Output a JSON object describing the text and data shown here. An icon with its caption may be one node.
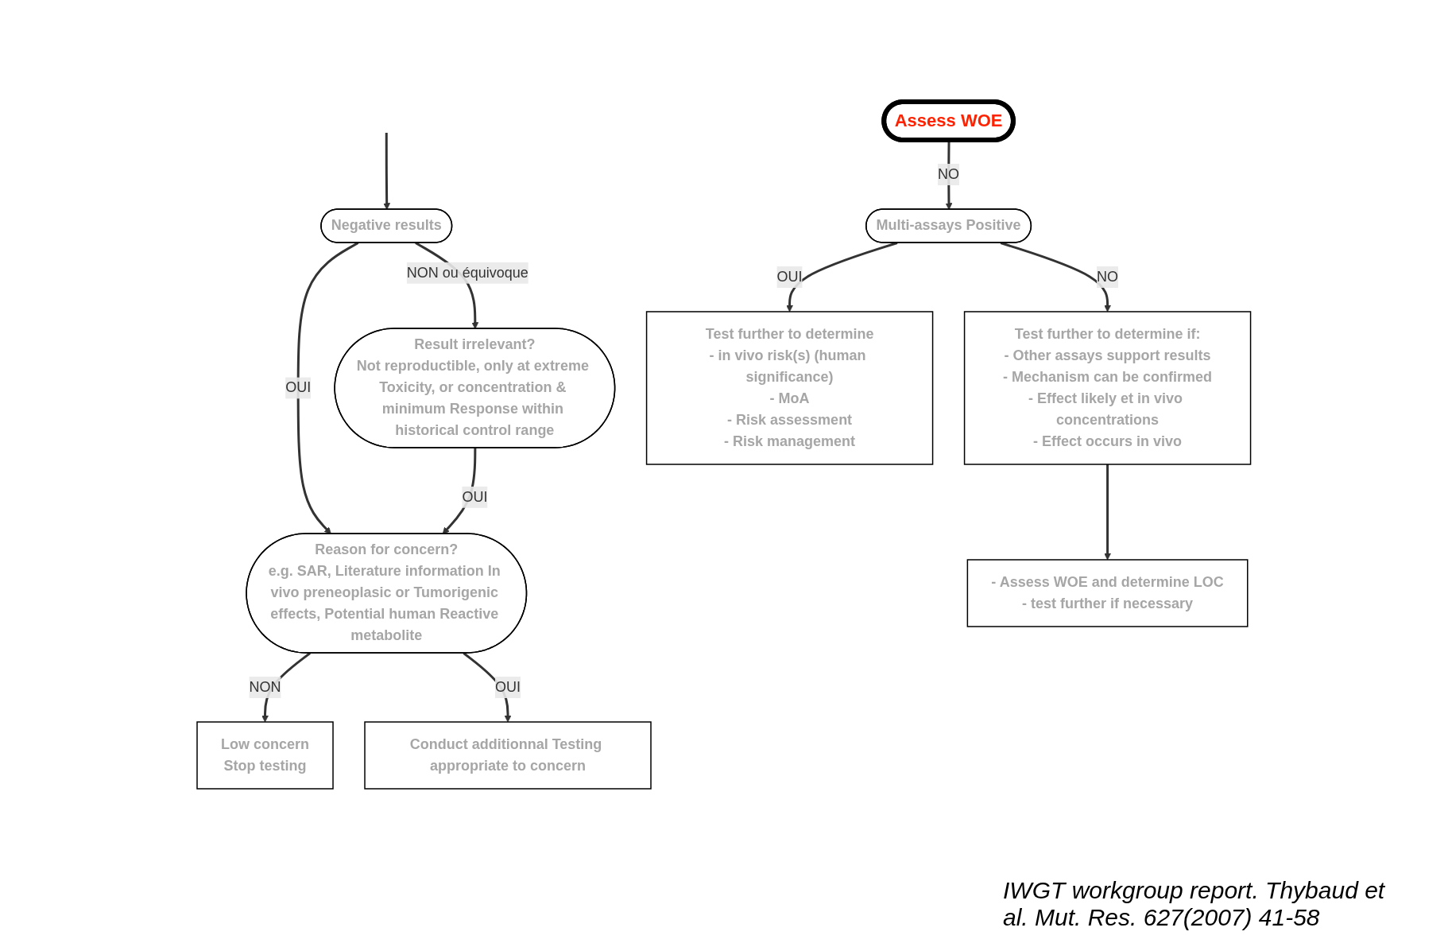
{
  "diagram": {
    "caption": "IWGT workgroup report. Thybaud et al. Mut. Res. 627(2007) 41-58",
    "nodes": [
      {
        "text": [
          "Negative results"
        ]
      },
      {
        "text": [
          "Reason for concern?",
          "e.g. SAR, Literature information In vivo preneoplasic or Tumorigenic effects, Potential human Reactive metabolite"
        ]
      },
      {
        "text": [
          "Low concern",
          "Stop testing"
        ]
      },
      {
        "text": [
          "Result irrelevant?",
          "Not reproductible, only at extreme Toxicity, or concentration & minimum Response within historical control range"
        ]
      },
      {
        "text": [
          "Assess WOE"
        ]
      },
      {
        "text": [
          "Conduct additionnal Testing appropriate to concern"
        ]
      },
      {
        "text": [
          "Multi-assays Positive"
        ]
      },
      {
        "text": [
          "Test further to determine if:",
          "- Other assays support results",
          "- Mechanism can be confirmed",
          "- Effect likely et in vivo concentrations",
          "- Effect occurs in vivo"
        ]
      },
      {
        "text": [
          "- Assess WOE and determine LOC",
          "- test further if necessary"
        ]
      },
      {
        "text": [
          "Test further to determine",
          "- in vivo risk(s) (human significance)",
          "- MoA",
          "- Risk assessment",
          "- Risk management"
        ]
      }
    ],
    "edges": [
      {
        "from": null,
        "to": 0,
        "arrow": "to"
      },
      {
        "from": 0,
        "to": 1,
        "arrow": "to",
        "label": "OUI"
      },
      {
        "from": 0,
        "to": 3,
        "arrow": "to",
        "label": "NON ou équivoque"
      },
      {
        "from": 3,
        "to": 1,
        "arrow": "to",
        "label": "OUI"
      },
      {
        "from": 1,
        "to": 2,
        "arrow": "to",
        "label": "NON"
      },
      {
        "from": 1,
        "to": 5,
        "arrow": "to",
        "label": "OUI"
      },
      {
        "from": 4,
        "to": 6,
        "arrow": "to",
        "label": "NO"
      },
      {
        "from": 6,
        "to": 7,
        "arrow": "to",
        "label": "NO"
      },
      {
        "from": 7,
        "to": 8,
        "arrow": "to"
      },
      {
        "from": 6,
        "to": 9,
        "arrow": "to",
        "label": "OUI"
      }
    ]
  }
}
